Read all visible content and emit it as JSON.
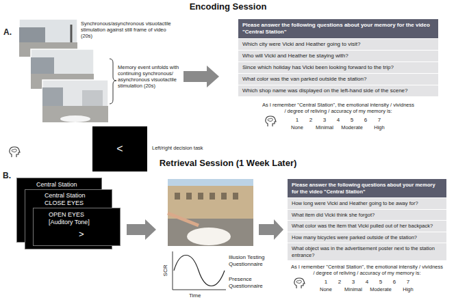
{
  "diagram": {
    "title": "Encoding Session",
    "nodes": [
      {
        "text": [
          "<"
        ]
      },
      {
        "text": [
          "Please answer the following questions about your memory for the video \"Central Station\""
        ]
      },
      {
        "text": [
          "Which city were Vicki and Heather going to visit?"
        ]
      },
      {
        "text": [
          "Who will Vicki and Heather be staying with?"
        ]
      },
      {
        "text": [
          "Since which holiday has Vicki been looking forward to the trip?"
        ]
      },
      {
        "text": [
          "What color was the van parked outside the station?"
        ]
      },
      {
        "text": [
          "Which shop name was displayed on the left-hand side of the scene?"
        ]
      },
      {
        "text": [
          "Central Station"
        ]
      },
      {
        "text": [
          "Central Station",
          "CLOSE EYES"
        ]
      },
      {
        "text": [
          "OPEN EYES",
          "[Auditory Tone]",
          ">"
        ]
      },
      {
        "text": [
          "Please answer the following questions about your memory for the video \"Central Station\""
        ]
      },
      {
        "text": [
          "How long were Vicki and Heather going to be away for?"
        ]
      },
      {
        "text": [
          "What item did Vicki think she forgot?"
        ]
      },
      {
        "text": [
          "What color was the item that Vicki pulled out of her backpack?"
        ]
      },
      {
        "text": [
          "How many bicycles were parked outside of the station?"
        ]
      },
      {
        "text": [
          "What object was in the advertisement poster next to the station entrance?"
        ]
      }
    ],
    "labels": [
      "A.",
      "Synchronous/asynchronous visuotactile stimulation against still frame of video (20s)",
      "Memory event unfolds with continuing synchronous/ asynchronous visuotactile stimulation (20s)",
      "Left/right decision task",
      "As I remember \"Central Station\", the emotional intensity / vividness / degree of reliving / accuracy of my memory is:",
      "1",
      "2",
      "3",
      "4",
      "5",
      "6",
      "7",
      "None",
      "Minimal",
      "Moderate",
      "High",
      "Retrieval Session (1 Week Later)",
      "B.",
      "SCR",
      "Time",
      "Illusion Testing Questionnaire",
      "Presence Questionnaire",
      "As I remember \"Central Station\", the emotional intensity / vividness / degree of reliving / accuracy of my memory is:",
      "1",
      "2",
      "3",
      "4",
      "5",
      "6",
      "7",
      "None",
      "Minimal",
      "Moderate",
      "High"
    ]
  }
}
